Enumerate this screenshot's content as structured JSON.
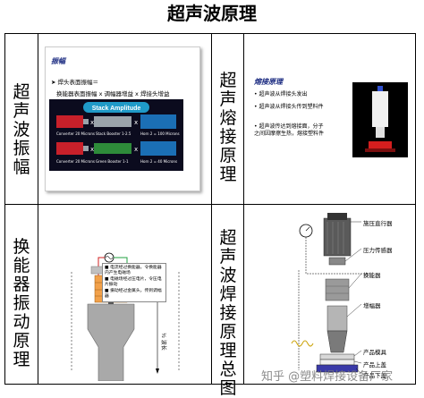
{
  "title": "超声波原理",
  "cells": {
    "tl_label": "超声波振幅",
    "tr_label": "超声熔接原理",
    "bl_label": "换能器振动原理",
    "br_label": "超声波焊接原理总图"
  },
  "amplitude": {
    "heading": "振幅",
    "bullet": "焊头表面振幅＝",
    "formula": "换能器表面振幅 x 调幅器增益 x 焊接头增益",
    "stack_title": "Stack Amplitude",
    "top_row": [
      {
        "text": "Converter 20 Microns"
      },
      {
        "text": "Stack Booster 1-2.5"
      },
      {
        "text": "Horn 2 = 100 Microns"
      }
    ],
    "bottom_row": [
      {
        "text": "Converter 20 Microns"
      },
      {
        "text": "Green Booster 1-1"
      },
      {
        "text": "Horn 2 = 40 Microns"
      }
    ],
    "colors": {
      "bg": "#0b0b1e",
      "title_bar": "#1f9ac8",
      "red": "#c8202a",
      "gray": "#9aa3aa",
      "blue": "#1b6fb5",
      "green": "#2e8b3a"
    }
  },
  "fusion": {
    "heading": "熔接原理",
    "bullets": [
      "超声波从焊接头发出",
      "超声波从焊接头传到塑料件",
      "超声波传达到熔接面，分子之间因摩擦生热，熔接塑料件"
    ]
  },
  "transducer": {
    "bullets": [
      "电流经过换能器，令换能器内产生电磁场",
      "电磁场经过压电片，令压电片振动",
      "振动经过金属头，传到调幅器"
    ],
    "amplitude_label": "½ 波长"
  },
  "overview": {
    "labels": [
      "施压直行器",
      "压力传感器",
      "换能器",
      "增幅器",
      "产品模具",
      "产品上盖",
      "产品下盖"
    ]
  },
  "watermark": "知乎 @塑料焊接设备厂家"
}
